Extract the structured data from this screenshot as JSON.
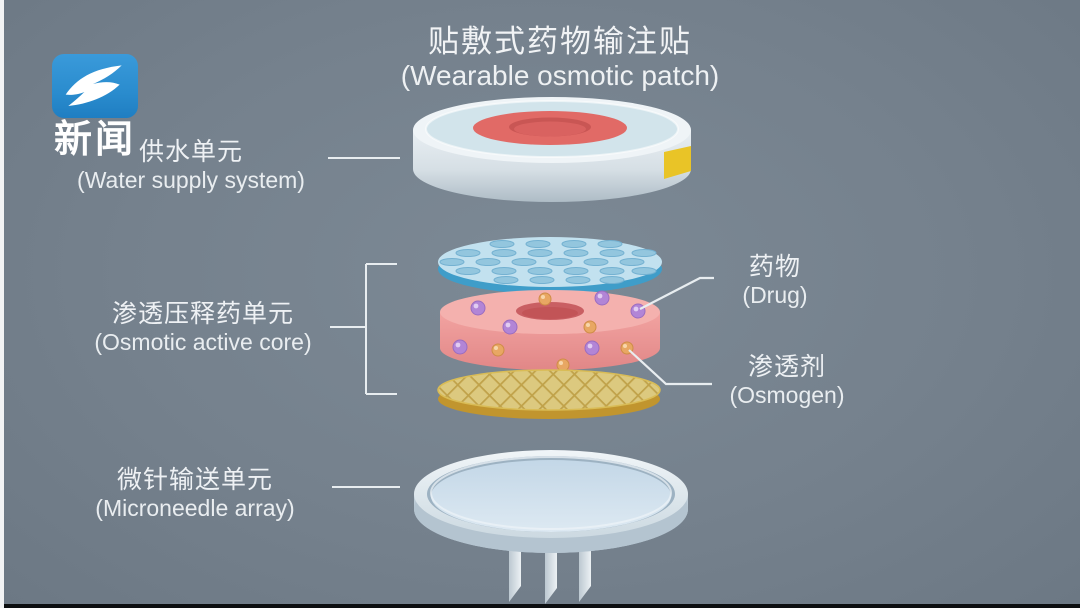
{
  "station": {
    "caption": "新闻",
    "logo_icon": "z-swoosh-icon"
  },
  "title": {
    "zh": "贴敷式药物输注贴",
    "en": "(Wearable osmotic patch)"
  },
  "labels": {
    "water_supply": {
      "zh": "供水单元",
      "en": "(Water supply system)"
    },
    "osmotic_core": {
      "zh": "渗透压释药单元",
      "en": "(Osmotic active core)"
    },
    "drug": {
      "zh": "药物",
      "en": "(Drug)"
    },
    "osmogen": {
      "zh": "渗透剂",
      "en": "(Osmogen)"
    },
    "microneedle": {
      "zh": "微针输送单元",
      "en": "(Microneedle array)"
    }
  },
  "colors": {
    "background": "#75818d",
    "logo_blue": "#2f8fd0",
    "water_reservoir_red": "#e16a66",
    "membrane_blue": "#3f9dc9",
    "drug_layer_pink": "#f0a19f",
    "drug_particle_purple": "#b285d6",
    "osmogen_particle_orange": "#e8a763",
    "osmogen_layer_tan": "#dcc97f",
    "side_tab_yellow": "#e9c427",
    "label_text": "#eef1f4"
  }
}
